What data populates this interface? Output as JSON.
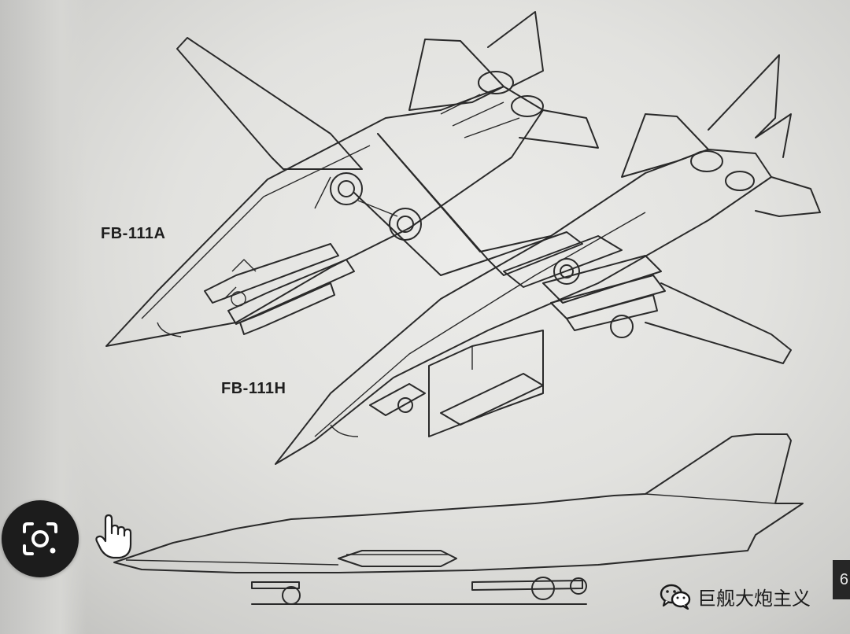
{
  "labels": {
    "aircraft_top": "FB-111A",
    "aircraft_bottom": "FB-111H"
  },
  "overlay": {
    "lens_icon": "camera-search-icon",
    "cursor_icon": "hand-pointer-icon",
    "edge_tab_text": "6"
  },
  "watermark": {
    "icon": "wechat-icon",
    "text": "巨舰大炮主义"
  },
  "colors": {
    "paper": "#e6e6e3",
    "ink": "#2a2a2a",
    "lens_bg": "#1c1c1c"
  }
}
